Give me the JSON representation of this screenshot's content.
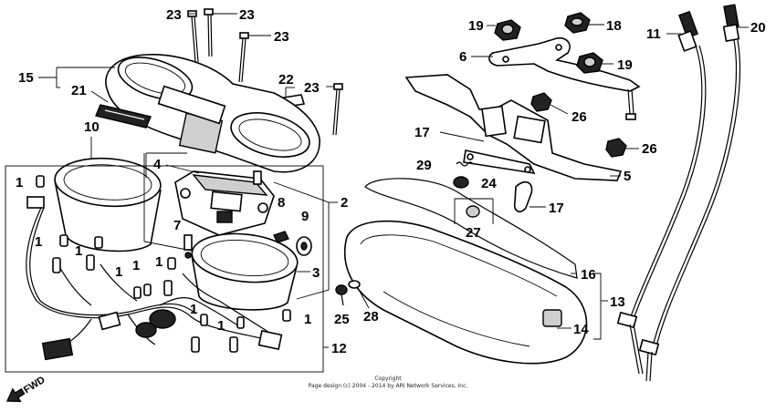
{
  "callouts": [
    "23",
    "23",
    "23",
    "23",
    "22",
    "15",
    "21",
    "10",
    "4",
    "1",
    "2",
    "8",
    "9",
    "7",
    "1",
    "1",
    "1",
    "1",
    "1",
    "1",
    "3",
    "1",
    "1",
    "12",
    "19",
    "18",
    "11",
    "20",
    "6",
    "19",
    "26",
    "26",
    "17",
    "5",
    "29",
    "24",
    "17",
    "27",
    "25",
    "28",
    "16",
    "13",
    "14"
  ],
  "copyright": {
    "line1": "Copyright",
    "line2": "Page design (c) 2004 - 2014 by ARI Network Services, Inc."
  },
  "fwd_label": "FWD"
}
